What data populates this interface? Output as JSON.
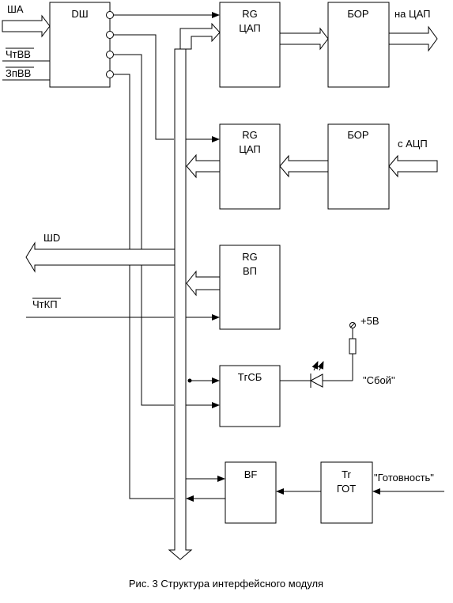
{
  "figure": {
    "caption": "Рис. 3 Структура интерфейсного модуля",
    "inputs": {
      "sha": "ША",
      "chtvv": "ЧтВВ",
      "zpvv": "ЗпВВ",
      "shd": "ШD",
      "chtkp": "ЧтКП",
      "s_acp": "с АЦП",
      "plus5v": "+5В",
      "sboy": "\"Сбой\"",
      "gotovnost": "\"Готовность\""
    },
    "outputs": {
      "na_cap": "на ЦАП"
    },
    "blocks": {
      "dsh": "DШ",
      "rg1_top": "RG",
      "rg1_bottom": "ЦАП",
      "bor1": "БОР",
      "rg2_top": "RG",
      "rg2_bottom": "ЦАП",
      "bor2": "БОР",
      "rg3_top": "RG",
      "rg3_bottom": "ВП",
      "trsb": "ТгСБ",
      "bf": "BF",
      "tr_top": "Tr",
      "tr_bottom": "ГОТ"
    }
  }
}
